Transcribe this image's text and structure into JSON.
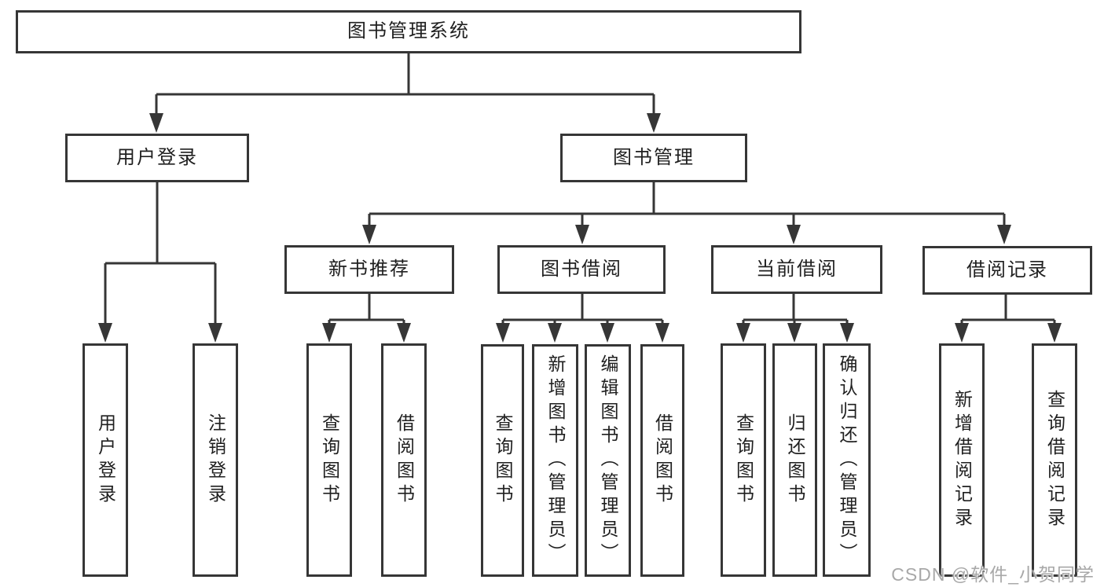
{
  "tree": {
    "root": {
      "label": "图书管理系统"
    },
    "branches": [
      {
        "label": "用户登录",
        "children": [
          {
            "label": "用户登录"
          },
          {
            "label": "注销登录"
          }
        ]
      },
      {
        "label": "图书管理",
        "children": [
          {
            "label": "新书推荐",
            "children": [
              {
                "label": "查询图书"
              },
              {
                "label": "借阅图书"
              }
            ]
          },
          {
            "label": "图书借阅",
            "children": [
              {
                "label": "查询图书"
              },
              {
                "label": "新增图书（管理员）"
              },
              {
                "label": "编辑图书（管理员）"
              },
              {
                "label": "借阅图书"
              }
            ]
          },
          {
            "label": "当前借阅",
            "children": [
              {
                "label": "查询图书"
              },
              {
                "label": "归还图书"
              },
              {
                "label": "确认归还（管理员）"
              }
            ]
          },
          {
            "label": "借阅记录",
            "children": [
              {
                "label": "新增借阅记录"
              },
              {
                "label": "查询借阅记录"
              }
            ]
          }
        ]
      }
    ]
  },
  "watermark": {
    "text": "CSDN @软件_小贺同学"
  },
  "colors": {
    "line": "#363636",
    "box_border": "#363636",
    "text": "#1f1f1f",
    "background": "#ffffff",
    "watermark": "#a8a8a8"
  }
}
